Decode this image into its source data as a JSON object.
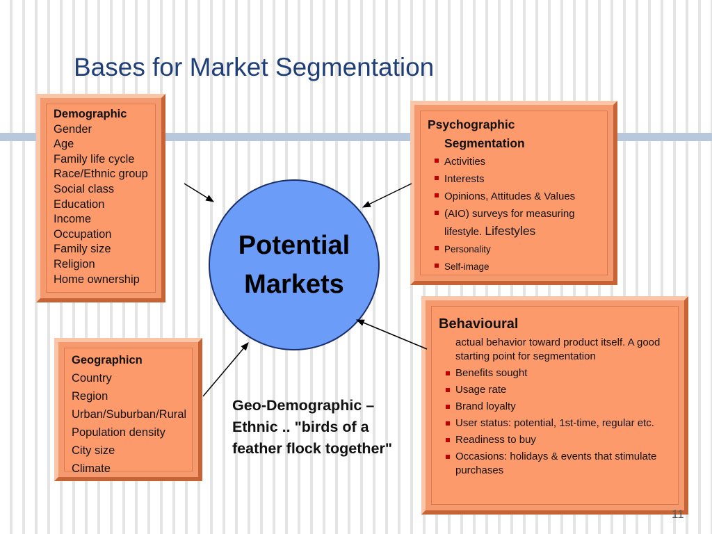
{
  "title": "Bases for Market Segmentation",
  "center": {
    "label": "Potential\nMarkets"
  },
  "demographic": {
    "heading": "Demographic",
    "items": [
      "Gender",
      "Age",
      "Family life cycle",
      "Race/Ethnic group",
      "Social class",
      "Education",
      "Income",
      "Occupation",
      "Family size",
      "Religion",
      "Home ownership"
    ]
  },
  "geographic": {
    "heading": "Geographicn",
    "items": [
      "Country",
      "Region",
      "Urban/Suburban/Rural",
      "Population density",
      "City size",
      "Climate"
    ]
  },
  "psychographic": {
    "heading_line1": "Psychographic",
    "heading_line2": "Segmentation",
    "items": [
      "Activities",
      "Interests",
      "Opinions, Attitudes & Values",
      "(AIO) surveys for measuring"
    ],
    "continuation_small": "lifestyle. ",
    "continuation_large": "Lifestyles",
    "small_items": [
      "Personality",
      "Self-image"
    ]
  },
  "behavioural": {
    "heading": "Behavioural",
    "intro": "actual behavior toward product itself. A good starting point for segmentation",
    "items": [
      "Benefits sought",
      "Usage rate",
      "Brand loyalty",
      "User status: potential, 1st-time, regular etc.",
      "Readiness to buy",
      "Occasions: holidays & events that stimulate purchases"
    ]
  },
  "geo_demographic": "Geo-Demographic –\nEthnic .. \"birds of a\nfeather flock together\"",
  "page_number": "11",
  "colors": {
    "title": "#1f3f78",
    "box": "#fd9a6c",
    "circle": "#6a9cf8",
    "bullet": "#c00000"
  }
}
